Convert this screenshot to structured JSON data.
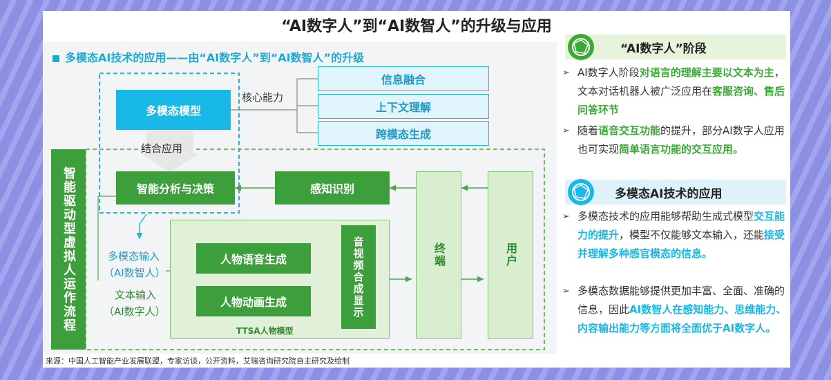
{
  "title": "“AI数字人”到“AI数智人”的升级与应用",
  "left": {
    "section_title": "多模态AI技术的应用——由“AI数字人”到“AI数智人”的升级",
    "nodes": {
      "multimodal_model": "多模态模型",
      "core_ability": "核心能力",
      "info_fusion": "信息融合",
      "context_understanding": "上下文理解",
      "cross_modal_generation": "跨模态生成",
      "combined_application": "结合应用",
      "analysis_decision": "智能分析与决策",
      "perception": "感知识别",
      "terminal": "终端",
      "user": "用户",
      "process_label": "智能驱动型虚拟人运作流程",
      "voice_gen": "人物语音生成",
      "animation_gen": "人物动画生成",
      "av_display": "音视频合成显示",
      "ttsa": "TTSA人物模型",
      "multimodal_input": "多模态输入",
      "multimodal_input_sub": "（AI数智人）",
      "text_input": "文本输入",
      "text_input_sub": "（AI数字人）"
    },
    "source": "来源：中国人工智能产业发展联盟，专家访谈，公开资料，艾瑞咨询研究院自主研究及绘制"
  },
  "right": {
    "stage_title": "“AI数字人”阶段",
    "stage_bullets": [
      {
        "parts": [
          [
            "AI数字人阶段",
            ""
          ],
          [
            "对语言的理解主要以文本为主",
            "g"
          ],
          [
            "，文本对话机器人被广泛应用在",
            ""
          ],
          [
            "客服咨询、售后问答环节",
            "g"
          ]
        ]
      },
      {
        "parts": [
          [
            "随着",
            ""
          ],
          [
            "语音交互功能",
            "g"
          ],
          [
            "的提升，部分AI数字人应用也可实现",
            ""
          ],
          [
            "简单语言功能的交互应用。",
            "g"
          ]
        ]
      }
    ],
    "app_title": "多模态AI技术的应用",
    "app_bullets": [
      {
        "parts": [
          [
            "多模态技术的应用能够帮助生成式模型",
            ""
          ],
          [
            "交互能力的提升",
            "c"
          ],
          [
            "，模型不仅能够文本输入，还能",
            ""
          ],
          [
            "接受并理解多种感官模态的信息。",
            "c"
          ]
        ]
      },
      {
        "parts": [
          [
            "多模态数据能够提供更加丰富、全面、准确的信息，因此",
            ""
          ],
          [
            "AI数智人在感知能力、思维能力、内容输出能力等方面将全面优于AI数字人。",
            "c"
          ]
        ]
      }
    ]
  },
  "colors": {
    "cyan": "#18b9e8",
    "green": "#3c9f3c",
    "accent_blue": "#1fa8d0"
  }
}
